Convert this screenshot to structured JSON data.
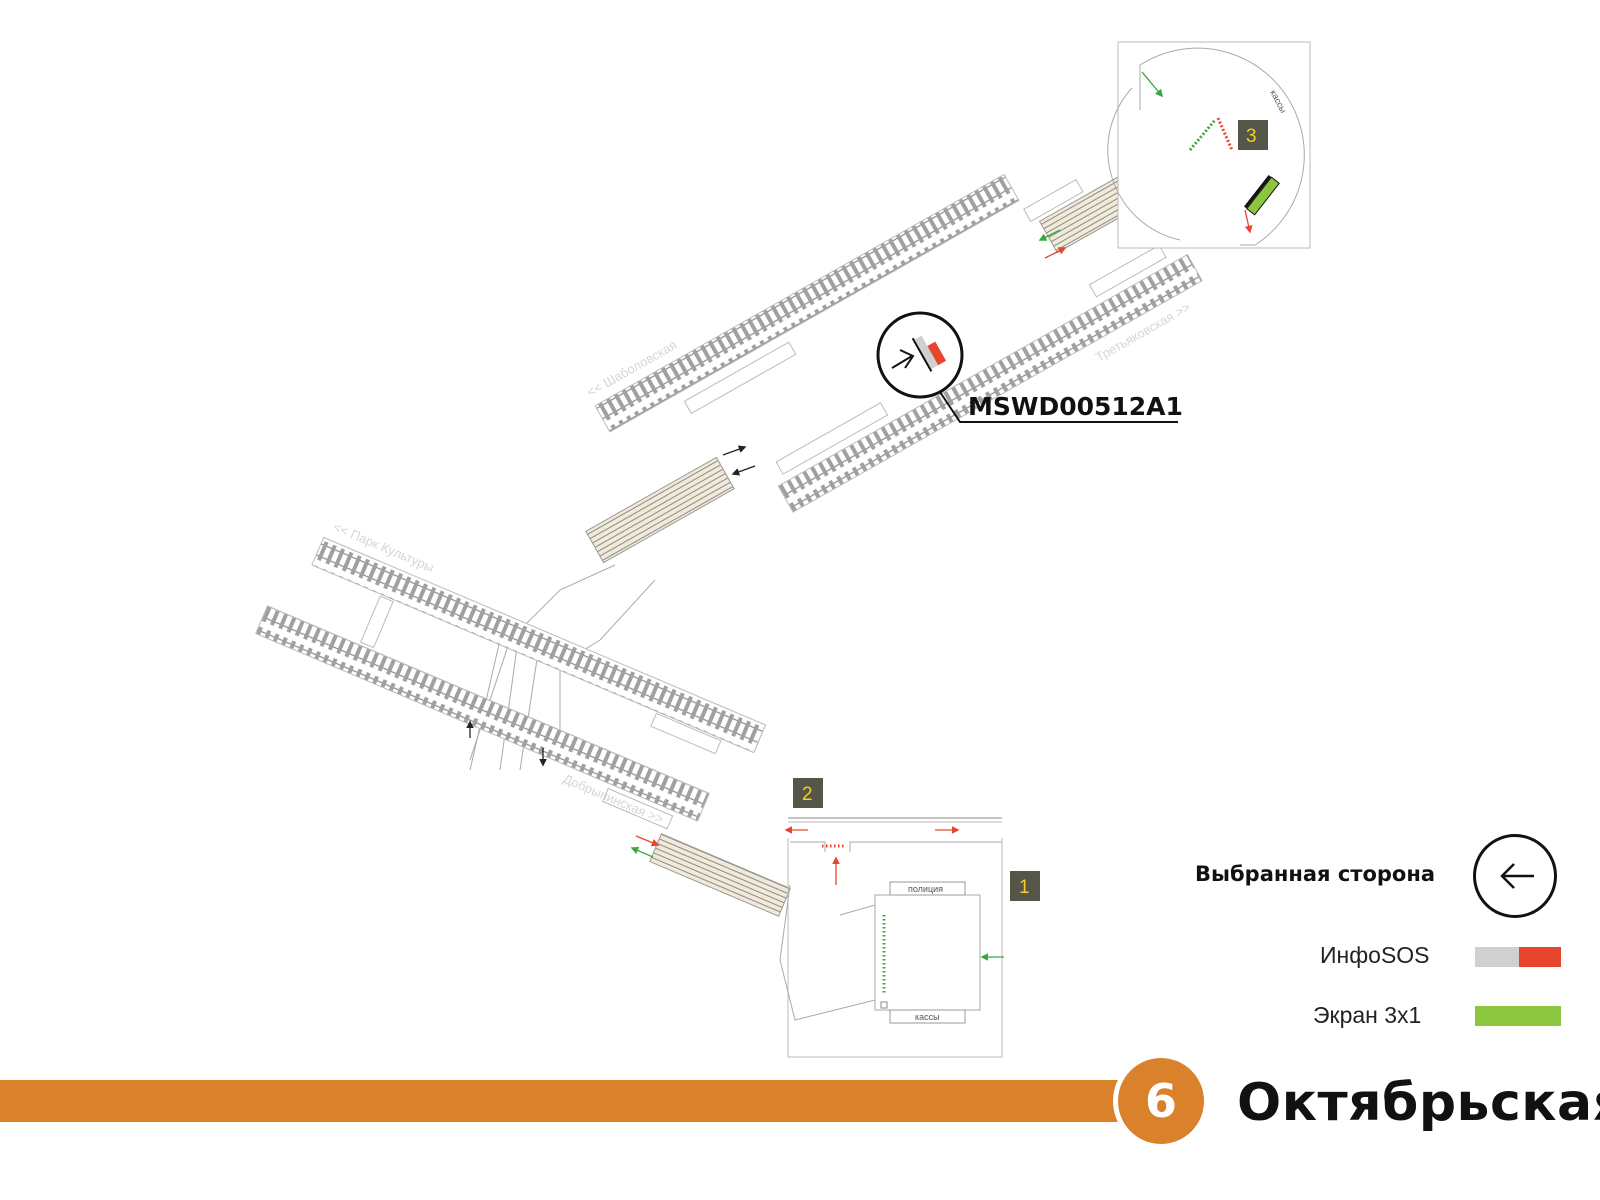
{
  "station": {
    "name": "Октябрьская",
    "line_number": "6",
    "line_color": "#D9822B"
  },
  "legend": {
    "selected_side": "Выбранная сторона",
    "infosos": "ИнфоSOS",
    "screen": "Экран 3x1"
  },
  "colors": {
    "infosos_gray": "#d0d0d0",
    "infosos_red": "#e8452f",
    "screen_green": "#8cc63f",
    "arrow_red": "#e8452f",
    "arrow_green": "#3aa640",
    "exit_badge_bg": "#555548",
    "exit_badge_text": "#f2cf2b"
  },
  "map": {
    "direction_shabolovskaya": "<< Шаболовская",
    "direction_tretyakovskaya": "Третьяковская >>",
    "direction_park_kultury": "<< Парк Культуры",
    "direction_dobryninskaya": "Добрынинская >>",
    "room_police": "полиция",
    "room_kassy_1": "кассы",
    "room_kassy_3": "кассы",
    "exits": [
      "1",
      "2",
      "3"
    ],
    "device_code": "MSWD00512A1"
  }
}
